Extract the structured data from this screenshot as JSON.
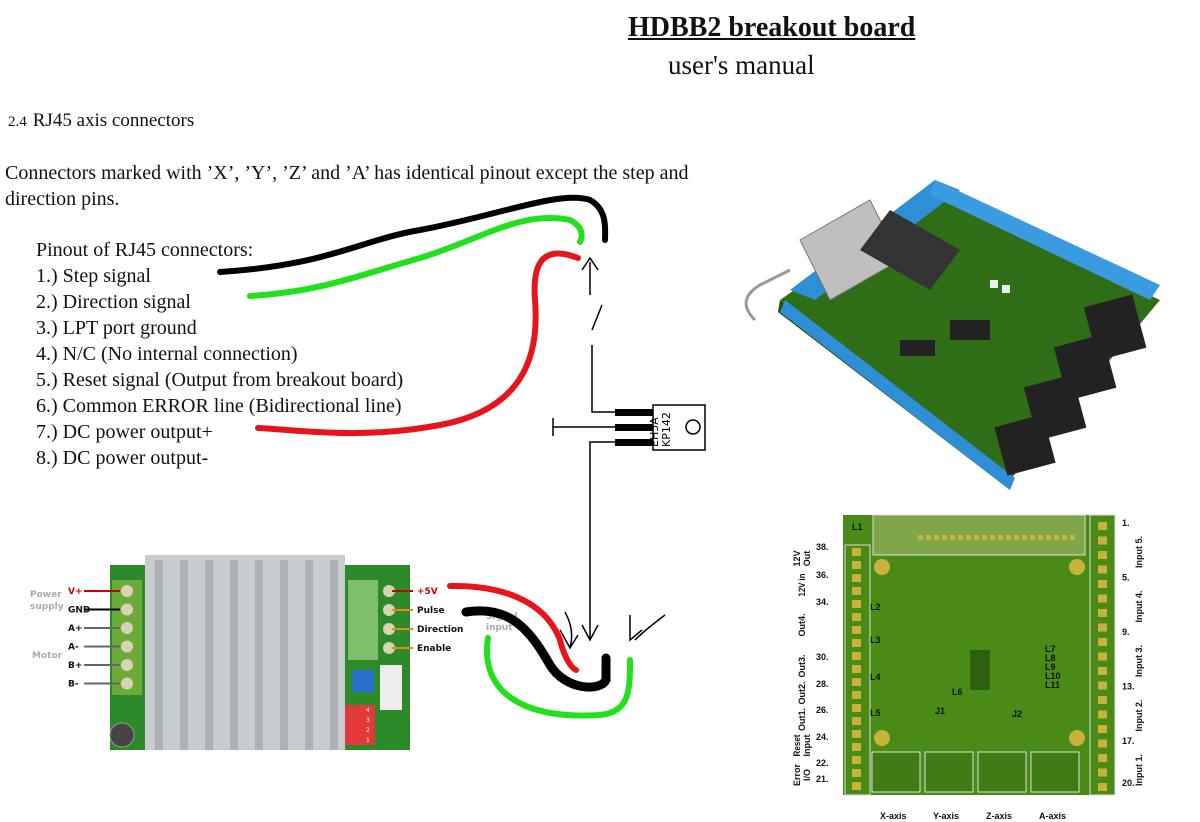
{
  "header": {
    "title": "HDBB2 breakout board",
    "subtitle": "user's manual"
  },
  "section": {
    "number": "2.4",
    "title": "RJ45 axis connectors"
  },
  "intro": "Connectors marked with ’X’, ’Y’, ’Z’ and ’A’ has identical  pinout except the step and direction pins.",
  "pinout": {
    "heading": "Pinout of RJ45 connectors:",
    "items": [
      "1.) Step signal",
      "2.) Direction signal",
      "3.) LPT port ground",
      "4.) N/C (No internal connection)",
      "5.) Reset signal (Output from breakout board)",
      "6.) Common ERROR line (Bidirectional line)",
      "7.) DC power output+",
      "8.) DC power output-"
    ]
  },
  "regulator": {
    "line1": "KP142",
    "line2": "EH5A"
  },
  "driver": {
    "groups": {
      "power": [
        "Power",
        "supply"
      ],
      "motor": "Motor",
      "signal": [
        "Signal",
        "input"
      ]
    },
    "left_terminals": [
      "V+",
      "GND",
      "A+",
      "A-",
      "B+",
      "B-"
    ],
    "right_terminals": [
      "+5V",
      "Pulse",
      "Direction",
      "Enable"
    ],
    "dip_labels": [
      "1",
      "2",
      "3",
      "4"
    ]
  },
  "pcb": {
    "left_labels": [
      {
        "group": [
          "12V",
          "Out"
        ],
        "pin": "38."
      },
      {
        "group": [
          "12V in"
        ],
        "pin": "36."
      },
      {
        "group": [
          "Out4."
        ],
        "pin": "34."
      },
      {
        "group": [
          "Out3."
        ],
        "pin": "30."
      },
      {
        "group": [
          "Out2."
        ],
        "pin": "28."
      },
      {
        "group": [
          "Out1."
        ],
        "pin": "26."
      },
      {
        "group": [
          "Reset",
          "Input"
        ],
        "pin": "24."
      },
      {
        "group": [
          "Error",
          "I/O"
        ],
        "pin": "22."
      }
    ],
    "extra_left_pin": "21.",
    "right_labels": [
      {
        "group": "Input 5.",
        "pin": "1."
      },
      {
        "group": "Input 4.",
        "pin": "5."
      },
      {
        "group": "Input 3.",
        "pin": "9."
      },
      {
        "group": "Input 2.",
        "pin": "13."
      },
      {
        "group": "Input 1.",
        "pin": "17."
      }
    ],
    "extra_right_pin": "20.",
    "axes": [
      "X-axis",
      "Y-axis",
      "Z-axis",
      "A-axis"
    ],
    "silkscreen": [
      "L1",
      "L2",
      "L3",
      "L4",
      "L5",
      "L6",
      "L7",
      "L8",
      "L9",
      "L10",
      "L11",
      "J1",
      "J2"
    ]
  },
  "colors": {
    "wire_red": "#e8141c",
    "wire_green": "#22e01c",
    "wire_black": "#000000",
    "pcb_green": "#3d7a12",
    "terminal_blue": "#2e8fd6"
  }
}
